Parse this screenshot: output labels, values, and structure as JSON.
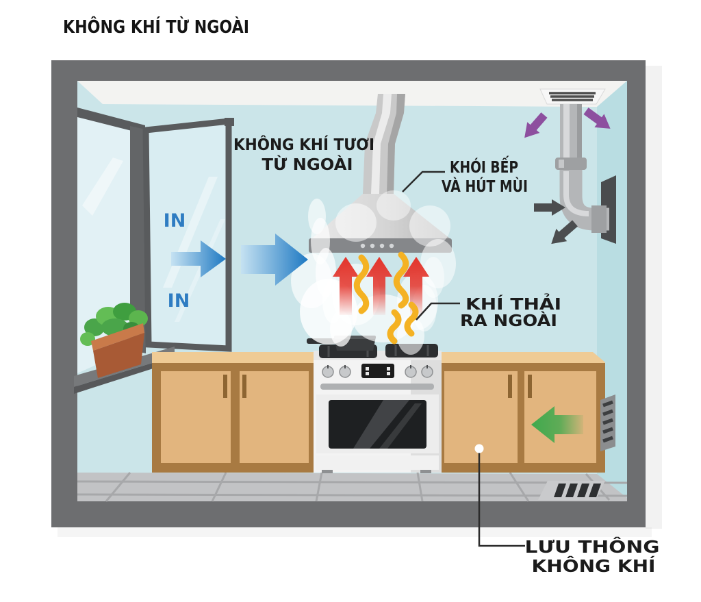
{
  "title": "KHÔNG KHÍ TỪ NGOÀI",
  "window": {
    "in_top": "IN",
    "in_bottom": "IN"
  },
  "labels": {
    "fresh_air": {
      "line1": "KHÔNG KHÍ TƯƠI",
      "line2": "TỪ NGOÀI"
    },
    "cooking_smoke": {
      "line1": "KHÓI BẾP",
      "line2": "VÀ HÚT MÙI"
    },
    "exhaust": {
      "line1": "KHÍ THẢI",
      "line2": "RA NGOÀI"
    },
    "circulation": {
      "line1": "LƯU THÔNG",
      "line2": "KHÔNG KHÍ"
    }
  },
  "flows": [
    {
      "name": "fresh-air-in-arrows",
      "color_key": "fresh_air_blue",
      "direction": "right",
      "count": 2
    },
    {
      "name": "heat-rising-arrows",
      "color_key": "heat_red",
      "direction": "up",
      "count": 3
    },
    {
      "name": "smoke-wisps",
      "color_key": "smoke_yellow",
      "direction": "up",
      "count": 4
    },
    {
      "name": "ceiling-duct-spread-arrows",
      "color_key": "vent_purple",
      "direction": "down-outward",
      "count": 2
    },
    {
      "name": "duct-exhaust-arrows",
      "color_key": "dark_arrow",
      "direction": "into-duct",
      "count": 2
    },
    {
      "name": "circulation-arrow",
      "color_key": "circulation_green",
      "direction": "left",
      "count": 1
    }
  ],
  "colors": {
    "wall": "#cbe5e9",
    "side_wall": "#b9dde2",
    "ceiling": "#f3f3f1",
    "frame": "#6d6e70",
    "floor": "#c2c3c5",
    "cabinet_door": "#e2b57e",
    "cabinet_frame": "#a87a42",
    "countertop": "#efcb95",
    "fresh_air_blue": "#2180c4",
    "heat_red": "#e4342b",
    "smoke_yellow": "#f4b223",
    "vent_purple": "#8d4f9f",
    "circulation_green": "#3fa94d",
    "dark_arrow": "#4b4d4f",
    "in_text": "#2e7cc2",
    "label_text": "#1b1b1b"
  }
}
